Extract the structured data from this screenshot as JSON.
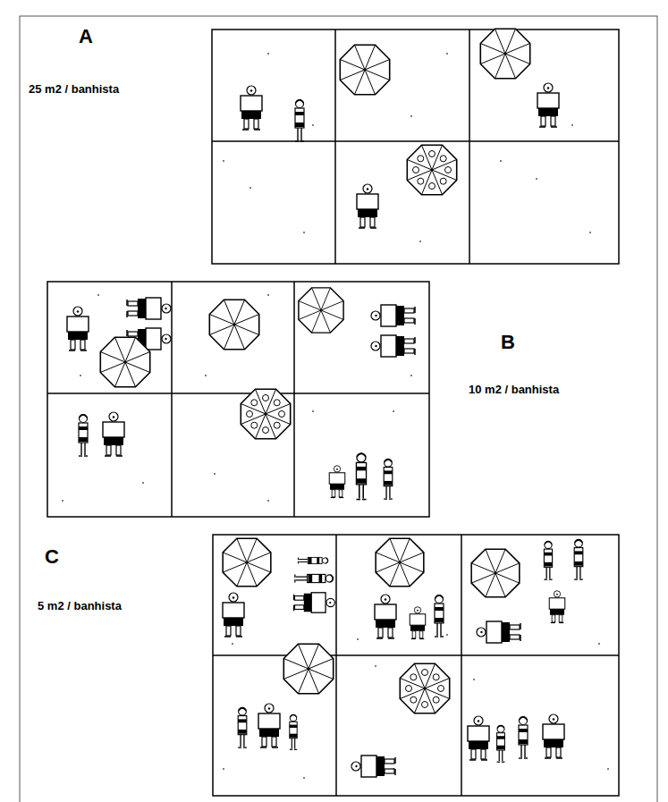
{
  "diagram": {
    "labels": [
      "A",
      "25 m2 / banhista",
      "B",
      "10 m2 / banhista",
      "C",
      "5 m2 / banhista"
    ]
  }
}
